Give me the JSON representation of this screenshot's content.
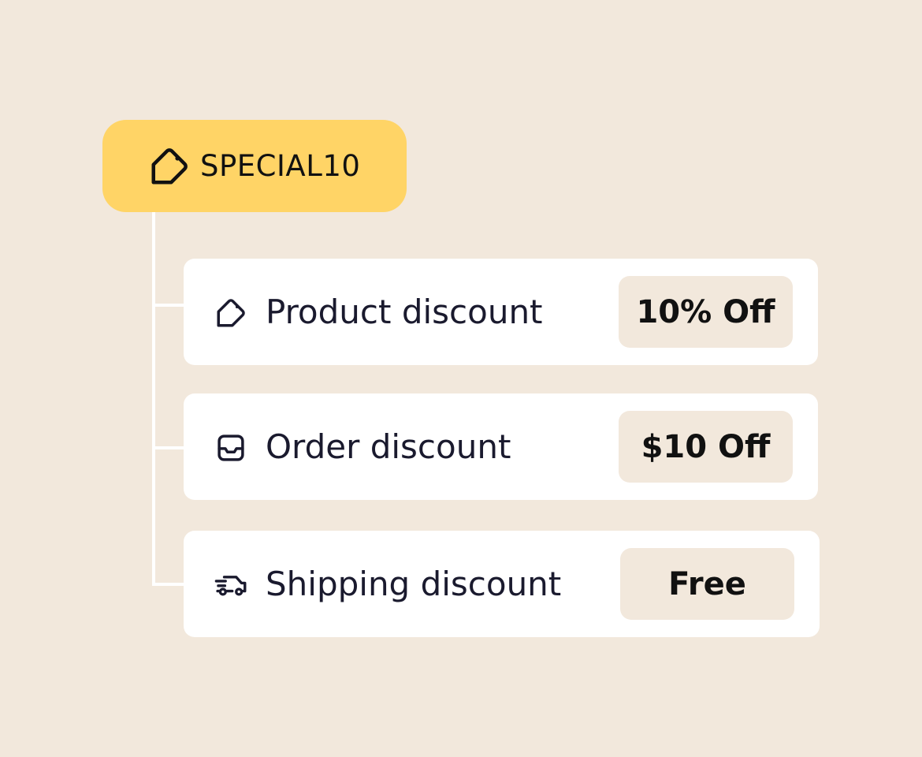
{
  "promo": {
    "code": "SPECIAL10",
    "icon": "tag-icon"
  },
  "discounts": [
    {
      "label": "Product discount",
      "value": "10% Off",
      "icon": "tag-icon"
    },
    {
      "label": "Order discount",
      "value": "$10 Off",
      "icon": "inbox-tray-icon"
    },
    {
      "label": "Shipping discount",
      "value": "Free",
      "icon": "delivery-truck-icon"
    }
  ],
  "colors": {
    "background": "#F2E8DC",
    "promo_pill": "#FFD466",
    "card": "#FFFFFF",
    "badge": "#F2E8DC",
    "text": "#1A1A2E"
  }
}
